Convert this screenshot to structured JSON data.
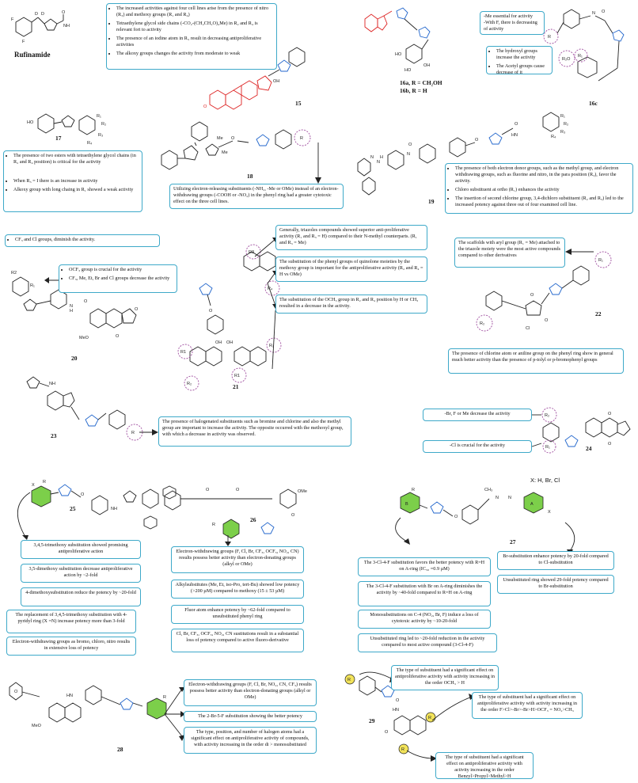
{
  "compounds": {
    "rufinamide": "Rufinamide",
    "c15": "15",
    "c16": "16a, R = CH₂OH",
    "c16b": "16b, R = H",
    "c16c": "16c",
    "c17": "17",
    "c18": "18",
    "c19": "19",
    "c20": "20",
    "c21": "21",
    "c22": "22",
    "c23": "23",
    "c24": "24",
    "c25": "25",
    "c26": "26",
    "c27": "27",
    "c28": "28",
    "c29": "29"
  },
  "notes": {
    "n15": [
      "The increased activities against four cell lines arise from the presence of nitro (R₃) and methoxy groups (R₁ and R₄)",
      "Tetraethylene glycol side chains (-CO₂-(CH₂CH₂O)₄Me) in R₂ and R₄ is relevant fort to activity",
      "The presence of an iodine atom in R₃ result in decreasing antiproliferative activities",
      "The alkoxy groups changes the activity from moderate to weak"
    ],
    "n16c_a": [
      "-Me essential for activity",
      "-With F, there is decreasing of activity"
    ],
    "n16c_b": [
      "The hydroxyl groups increase the activity",
      "The Acetyl groups cause decrease of it"
    ],
    "n17": [
      "The presence of two esters with tetraethylene glycol chains (in R₂ and R₄ position) is critical for the activity",
      "When R₃ = I there is an increase in activity",
      "Alkoxy group with long chaing in R₁ showed a weak activity"
    ],
    "n18": "Utilizing electron-releasing substituents (-NH₂, -Me or OMe) instead of an electron-withdrawing groups (-COOH or -NO₂) in the phenyl ring had a greater cytotoxic effect on the three cell lines.",
    "n19": [
      "The presence of both electron donor groups, such as the methyl group, and electron withdrawing groups, such as fluorine and nitro, in the para position (R₃), favor the activity.",
      "Chloro substituent at ortho (R₁) enhances the activity",
      "The insertion of second chlorine group, 3,4-dichloro substituent (R₂ and R₃) led to the increased potency against three out of four examined cell line."
    ],
    "n20a": "CF₃ and Cl groups, diminish the activity.",
    "n20b": [
      "OCF₃ group is crucial for the activity",
      "CF₃, Me, Et, Br and Cl groups decrease the activity"
    ],
    "n21a": "Generally, triazoles compounds showed superior anti-proliferative activity (R₁ and R₃ = H) compared to their N-methyl counterparts. (R₁ and R₃ = Me)",
    "n21b": "The substitution of the phenyl groups of quinolone moieties by the methoxy group is important for the antiproliferative activity (R₂ and R₄ = H vs OMe)",
    "n21c": "The substitution of the OCH₃ group in R₂ and R₄ position by H or CH₃ resulted in a decrease in the activity.",
    "n22a": "The scaffolds with aryl group (R₁ = Me) attached to the triazole moiety were the most active compounds compared to other derivatives",
    "n22b": "The presence of chlorine atom or aniline group on the phenyl ring show in general much better activity than the presence of p-tolyl or p-bromophenyl groups",
    "n23": "The presence of halogenated substituents such as bromine and chlorine and also the methyl group are important to increase the activity. The opposite occurred with the methoxyl group, with which a decrease in activity was observed.",
    "n24a": "-Br, F or Me decrease the activity",
    "n24b": "-Cl is crucial for the activity",
    "n25": [
      "3,4,5-trimethoxy substitution showed promising antiproliferative action",
      "3,5-dimethoxy substitution decrease antiproliferative action by ~2-fold",
      "4-dimethoxysubstitution reduce the potency by ~20-fold",
      "The replacement of 3,4,5-trimethoxy substitution with 4-pyridyl ring (X =N) increase potency more than 3-fold",
      "Electron-withdrawing groups as bromo, chloro, nitro results in extensive loss of potency"
    ],
    "n26": [
      "Electron-withdrawing groups (F, Cl, Br, CF₃, OCF₃, NO₂, CN) results possess better activity than electron-donating groups (alkyl or OMe)",
      "Alkylsubstitutes (Me, Et, iso-Pro, tert-Bu) showed low potency (>200 µM) compared to methoxy (15 ± 53 µM)",
      "Fluor atom enhance potency by ~62-fold compared to unsubstituted phenyl ring",
      "Cl, Br, CF₃, OCF₃, NO₂, CN sustitutions result in a substantial loss of potency compared to active fluoro-derivative"
    ],
    "n27a": [
      "The 3-Cl-4-F substitution favors the better potency with R=H on A-ring (IC₅₀ =0.9 µM)",
      "The 3-Cl-4-F substitution with Br on A-ring diminishes the activity by ~40-fold compared to R=H on A-ring",
      "Monosubstitutions on C-4 (NO₂, Br, F) induce a loss of cytotoxic activity by ~10-20-fold",
      "Unsubstituted ring led to ~20-fold reduction in the activity compared to most active compound (3-Cl-4-F)"
    ],
    "n27b": [
      "Br-substitution enhance potency by 20-fold compared to Cl-substitution",
      "Unsubstituted ring showed 29-fold potency compared to Br-substitution"
    ],
    "n27x": "X: H, Br, Cl",
    "n28": [
      "Electron-withdrawing groups (F, Cl, Br, NO₂, CN, CF₃) results possess better activity than electron-donating groups (alkyl or OMe)",
      "The 2-Br-5-F substitution showing the better potency",
      "The type, position, and number of halogen atoms had a significant effect on antiproliferative activity of compounds, with activity increasing in the order di > monosubstituted"
    ],
    "n29": [
      "The type of substituent had a significant effect on antiproliferative activity with activity increasing in the order OCH₃ > H",
      "The type of substituent had a significant effect on antiproliferative activity with activity increasing in the order F>Cl>-Br>-Br>H>OCF₃ = NO₂>CH₃",
      "The type of substituent had a significant effect on antiproliferative activity with activity increasing in the order Benzyl>Propyl>Methyl>H"
    ]
  },
  "colors": {
    "box_border": "#3ea9c9",
    "highlight_red": "#dd2222",
    "highlight_blue": "#2266cc",
    "ring_green": "#7ccf4a",
    "ring_yellow": "#f2e35a",
    "dashed_circle": "#a04fa0"
  }
}
